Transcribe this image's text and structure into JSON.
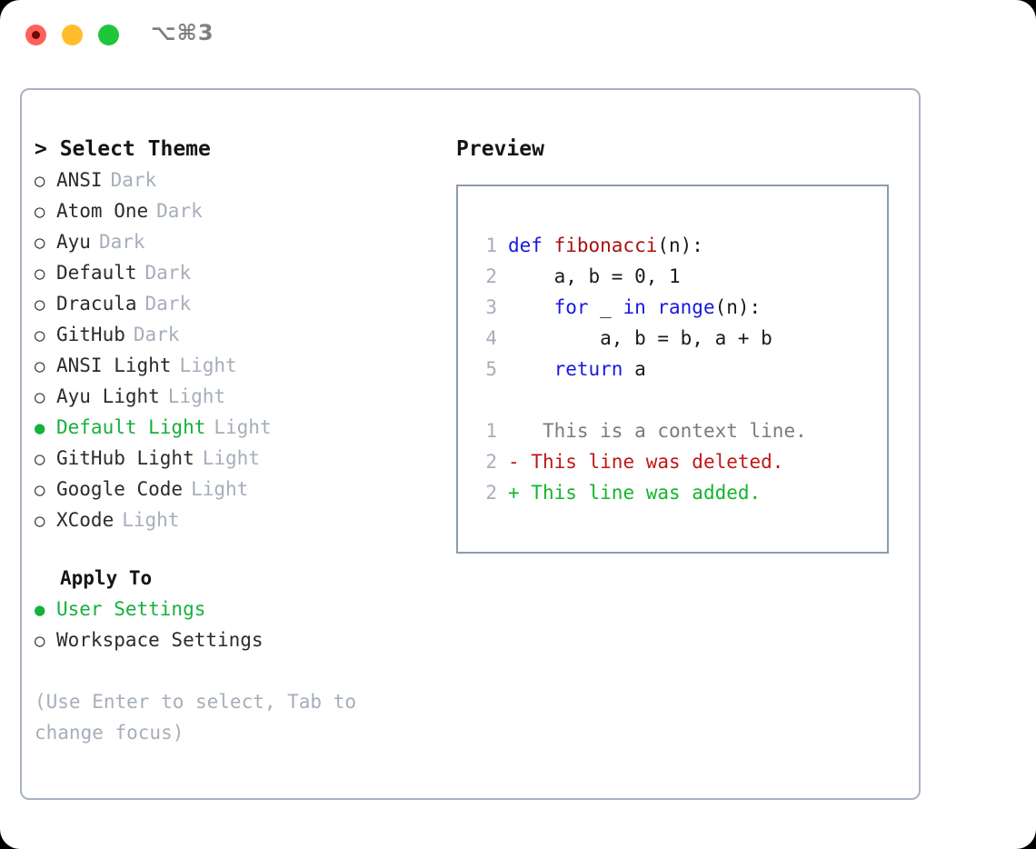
{
  "window": {
    "title": "⌥⌘3",
    "traffic_lights": [
      {
        "name": "close",
        "color": "#ff6159"
      },
      {
        "name": "minimize",
        "color": "#ffbd2e"
      },
      {
        "name": "maximize",
        "color": "#1fc63c"
      }
    ]
  },
  "theme_panel": {
    "header": "> Select Theme",
    "selected_marker": "●",
    "unselected_marker": "○",
    "items": [
      {
        "name": "ANSI",
        "category": "Dark",
        "selected": false
      },
      {
        "name": "Atom One",
        "category": "Dark",
        "selected": false
      },
      {
        "name": "Ayu",
        "category": "Dark",
        "selected": false
      },
      {
        "name": "Default",
        "category": "Dark",
        "selected": false
      },
      {
        "name": "Dracula",
        "category": "Dark",
        "selected": false
      },
      {
        "name": "GitHub",
        "category": "Dark",
        "selected": false
      },
      {
        "name": "ANSI Light",
        "category": "Light",
        "selected": false
      },
      {
        "name": "Ayu Light",
        "category": "Light",
        "selected": false
      },
      {
        "name": "Default Light",
        "category": "Light",
        "selected": true
      },
      {
        "name": "GitHub Light",
        "category": "Light",
        "selected": false
      },
      {
        "name": "Google Code",
        "category": "Light",
        "selected": false
      },
      {
        "name": "XCode",
        "category": "Light",
        "selected": false
      }
    ]
  },
  "apply_to": {
    "header": "Apply To",
    "options": [
      {
        "label": "User Settings",
        "selected": true
      },
      {
        "label": "Workspace Settings",
        "selected": false
      }
    ]
  },
  "hint": "(Use Enter to select, Tab to change focus)",
  "preview": {
    "header": "Preview",
    "code_lines": [
      {
        "number": "1",
        "tokens": [
          {
            "text": "def ",
            "kind": "kw"
          },
          {
            "text": "fibonacci",
            "kind": "fn"
          },
          {
            "text": "(n):",
            "kind": "txt"
          }
        ]
      },
      {
        "number": "2",
        "tokens": [
          {
            "text": "    a, b = 0, 1",
            "kind": "txt"
          }
        ]
      },
      {
        "number": "3",
        "tokens": [
          {
            "text": "    for ",
            "kind": "kw"
          },
          {
            "text": "_ ",
            "kind": "txt"
          },
          {
            "text": "in range",
            "kind": "kw"
          },
          {
            "text": "(n):",
            "kind": "txt"
          }
        ]
      },
      {
        "number": "4",
        "tokens": [
          {
            "text": "        a, b = b, a + b",
            "kind": "txt"
          }
        ]
      },
      {
        "number": "5",
        "tokens": [
          {
            "text": "    return ",
            "kind": "kw"
          },
          {
            "text": "a",
            "kind": "txt"
          }
        ]
      }
    ],
    "diff_lines": [
      {
        "number": "1",
        "marker": " ",
        "text": "  This is a context line.",
        "kind": "context"
      },
      {
        "number": "2",
        "marker": "-",
        "text": " This line was deleted.",
        "kind": "del"
      },
      {
        "number": "2",
        "marker": "+",
        "text": " This line was added.",
        "kind": "add"
      }
    ]
  },
  "colors": {
    "accent_green": "#15b13c",
    "keyword_blue": "#1818e0",
    "function_red": "#a81111",
    "diff_delete": "#c01717",
    "diff_add": "#13b52c",
    "muted": "#a6aebb",
    "border": "#a9b2c0"
  }
}
